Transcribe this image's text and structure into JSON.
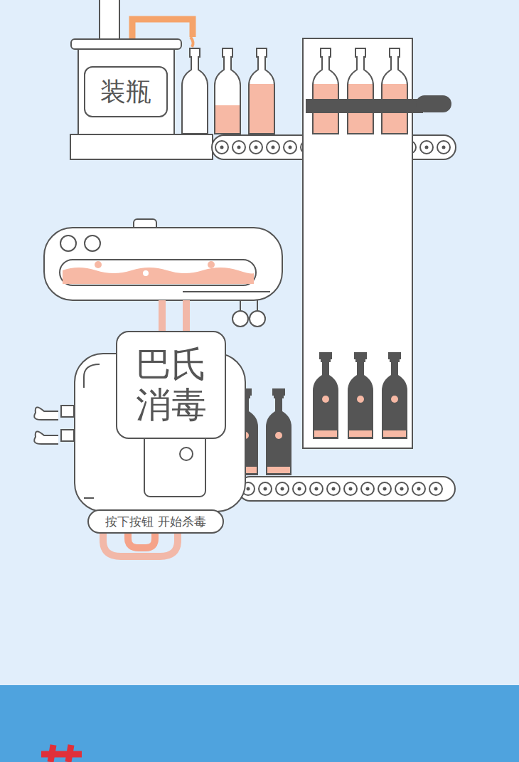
{
  "diagram": {
    "nodes": [
      {
        "text": [
          "装瓶"
        ]
      },
      {
        "text": [
          "巴氏消毒"
        ]
      },
      {
        "text": [
          "按下按钮 开始杀毒"
        ]
      }
    ]
  }
}
